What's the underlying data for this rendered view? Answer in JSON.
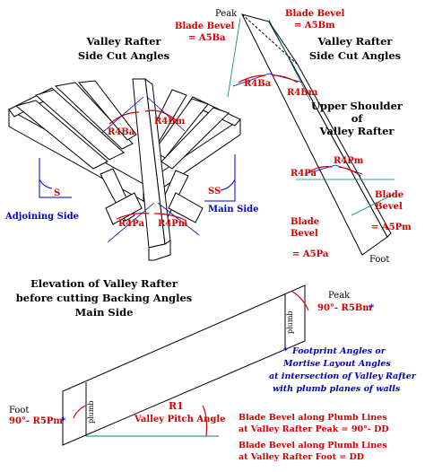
{
  "diagram": {
    "left_title": [
      "Valley Rafter",
      "Side Cut Angles"
    ],
    "right_title": [
      "Valley Rafter",
      "Side Cut Angles"
    ],
    "upper_shoulder_title": [
      "Upper Shoulder",
      "of",
      "Valley Rafter"
    ],
    "peak_label": "Peak",
    "foot_label": "Foot",
    "left_view": {
      "r4ba": "R4Ba",
      "r4bm": "R4Bm",
      "s": "S",
      "ss": "SS",
      "r4pa": "R4Pa",
      "r4pm": "R4Pm",
      "adjoining_side": "Adjoining Side",
      "main_side": "Main Side"
    },
    "right_view": {
      "blade_bevel_a5ba": [
        "Blade Bevel",
        "= A5Ba"
      ],
      "blade_bevel_a5bm": [
        "Blade Bevel",
        "= A5Bm"
      ],
      "r4ba": "R4Ba",
      "r4bm": "R4Bm",
      "r4pa": "R4Pa",
      "r4pm": "R4Pm",
      "blade_bevel_a5pm": [
        "Blade",
        "Bevel",
        "= A5Pm"
      ],
      "blade_bevel_a5pa": [
        "Blade",
        "Bevel",
        "= A5Pa"
      ]
    },
    "elevation": {
      "title": [
        "Elevation of Valley Rafter",
        "before cutting Backing Angles",
        "Main Side"
      ],
      "peak_label": "Peak",
      "peak_angle": "90°- R5Bm",
      "peak_star": "*",
      "foot_label": "Foot",
      "foot_angle": "90°- R5Pm",
      "foot_star": "*",
      "plumb_upper": "plumb",
      "plumb_lower": "plumb",
      "r1": "R1",
      "pitch": "Valley Pitch Angle"
    },
    "footnote": {
      "star": "*",
      "lines": [
        "Footprint Angles or",
        "Mortise Layout Angles",
        "at intersection of Valley Rafter",
        "with plumb planes of walls"
      ]
    },
    "blade_bevel_notes": [
      [
        "Blade Bevel along Plumb Lines",
        "at Valley Rafter Peak = 90°- DD"
      ],
      [
        "Blade Bevel along Plumb Lines",
        "at Valley Rafter Foot = DD"
      ]
    ]
  }
}
